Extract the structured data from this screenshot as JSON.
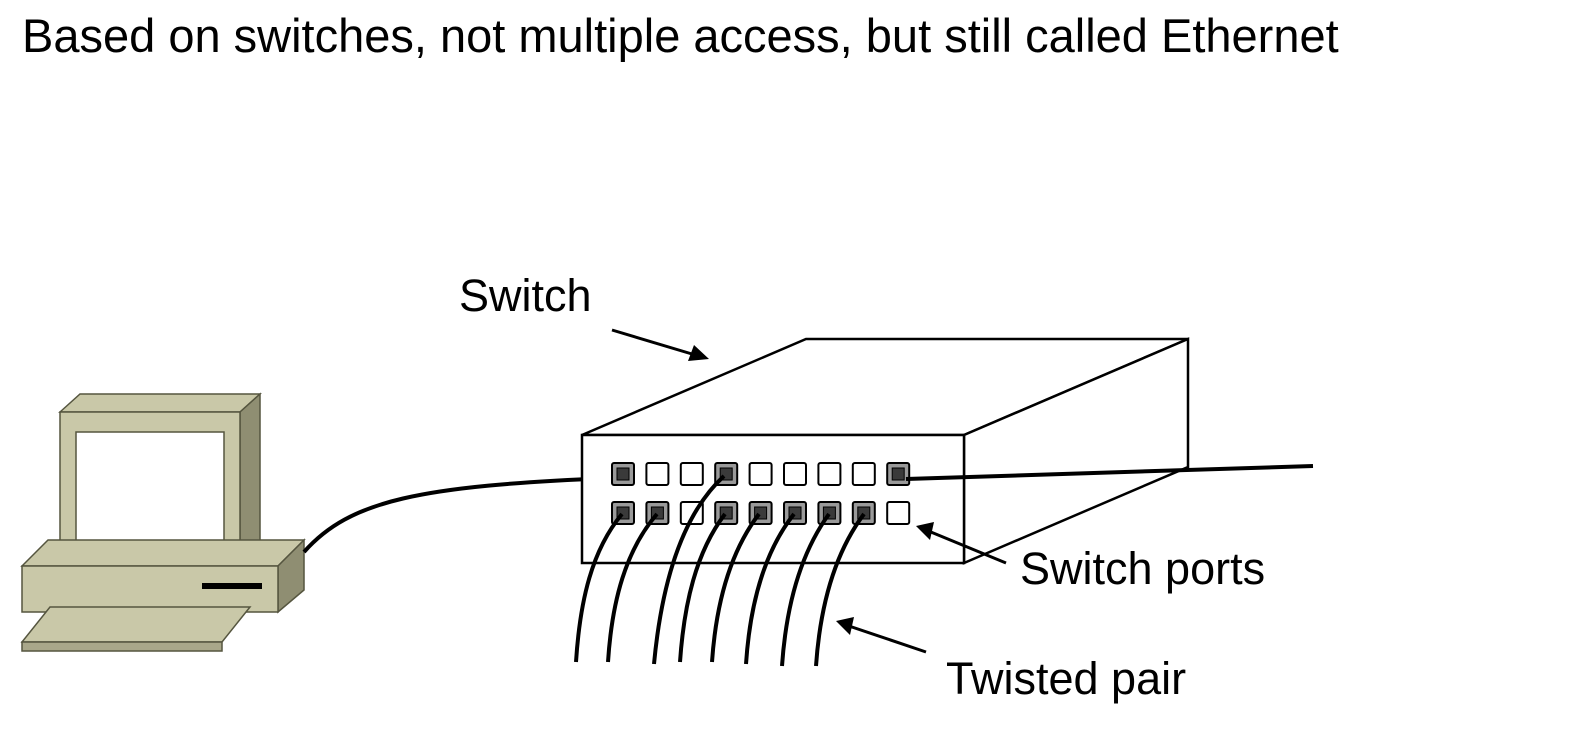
{
  "title": "Based on switches, not multiple access, but still called Ethernet",
  "labels": {
    "switch": "Switch",
    "switch_ports": "Switch ports",
    "twisted_pair": "Twisted pair"
  },
  "colors": {
    "computer_body": "#c9c8a8",
    "computer_dark": "#a9a78a",
    "port_connected": "#9a9a9a",
    "outline": "#000000",
    "background": "#ffffff"
  },
  "icons": {
    "computer": "desktop-computer-icon",
    "switch": "network-switch-icon"
  },
  "ports": {
    "top_row_connected": [
      true,
      false,
      false,
      true,
      false,
      false,
      false,
      false,
      true
    ],
    "bottom_row_connected": [
      true,
      true,
      false,
      true,
      true,
      true,
      true,
      true,
      false
    ]
  }
}
